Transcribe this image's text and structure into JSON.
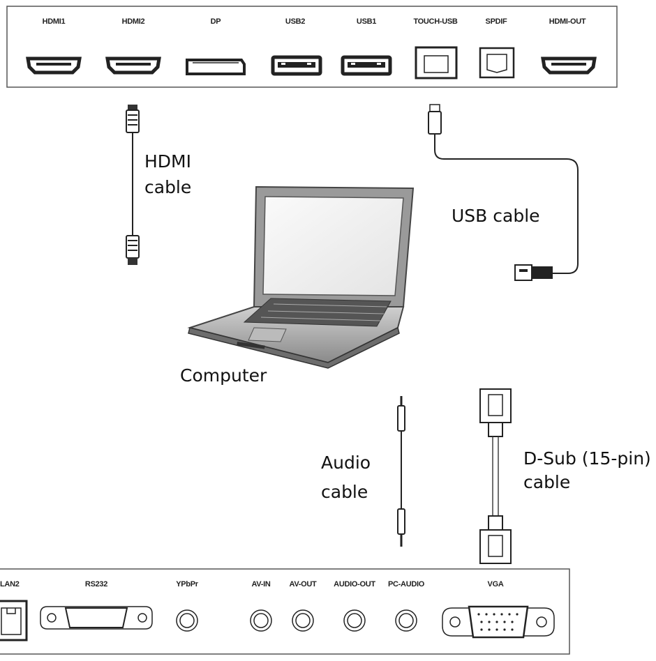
{
  "top_panel": {
    "ports": [
      "HDMI1",
      "HDMI2",
      "DP",
      "USB2",
      "USB1",
      "TOUCH-USB",
      "SPDIF",
      "HDMI-OUT"
    ]
  },
  "bottom_panel": {
    "ports": [
      "LAN2",
      "RS232",
      "YPbPr",
      "AV-IN",
      "AV-OUT",
      "AUDIO-OUT",
      "PC-AUDIO",
      "VGA"
    ]
  },
  "cables": {
    "hdmi": [
      "HDMI",
      "cable"
    ],
    "usb": "USB cable",
    "audio": [
      "Audio",
      "cable"
    ],
    "dsub": [
      "D-Sub (15-pin)",
      "cable"
    ]
  },
  "device": {
    "computer": "Computer"
  }
}
